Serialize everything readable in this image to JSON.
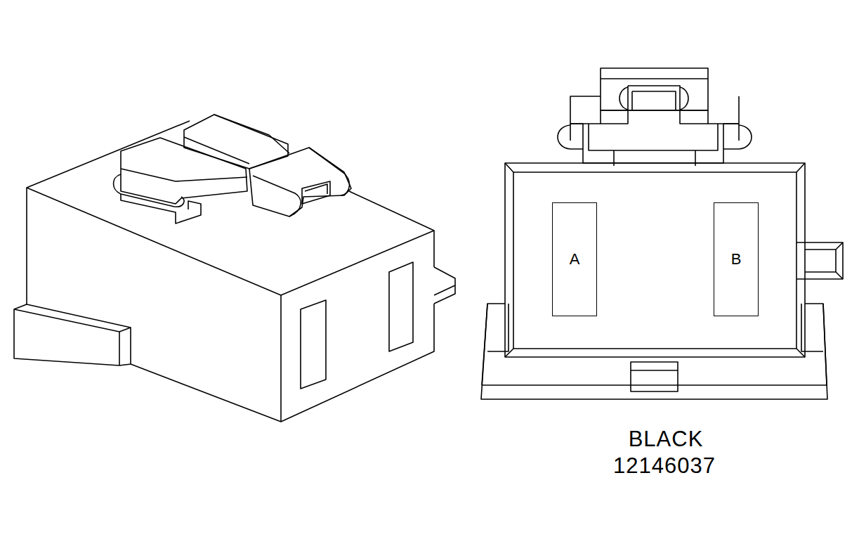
{
  "diagram": {
    "nodes": [
      {
        "text": [
          "A"
        ]
      },
      {
        "text": [
          "B"
        ]
      }
    ],
    "labels": [
      "BLACK",
      "12146037"
    ]
  }
}
